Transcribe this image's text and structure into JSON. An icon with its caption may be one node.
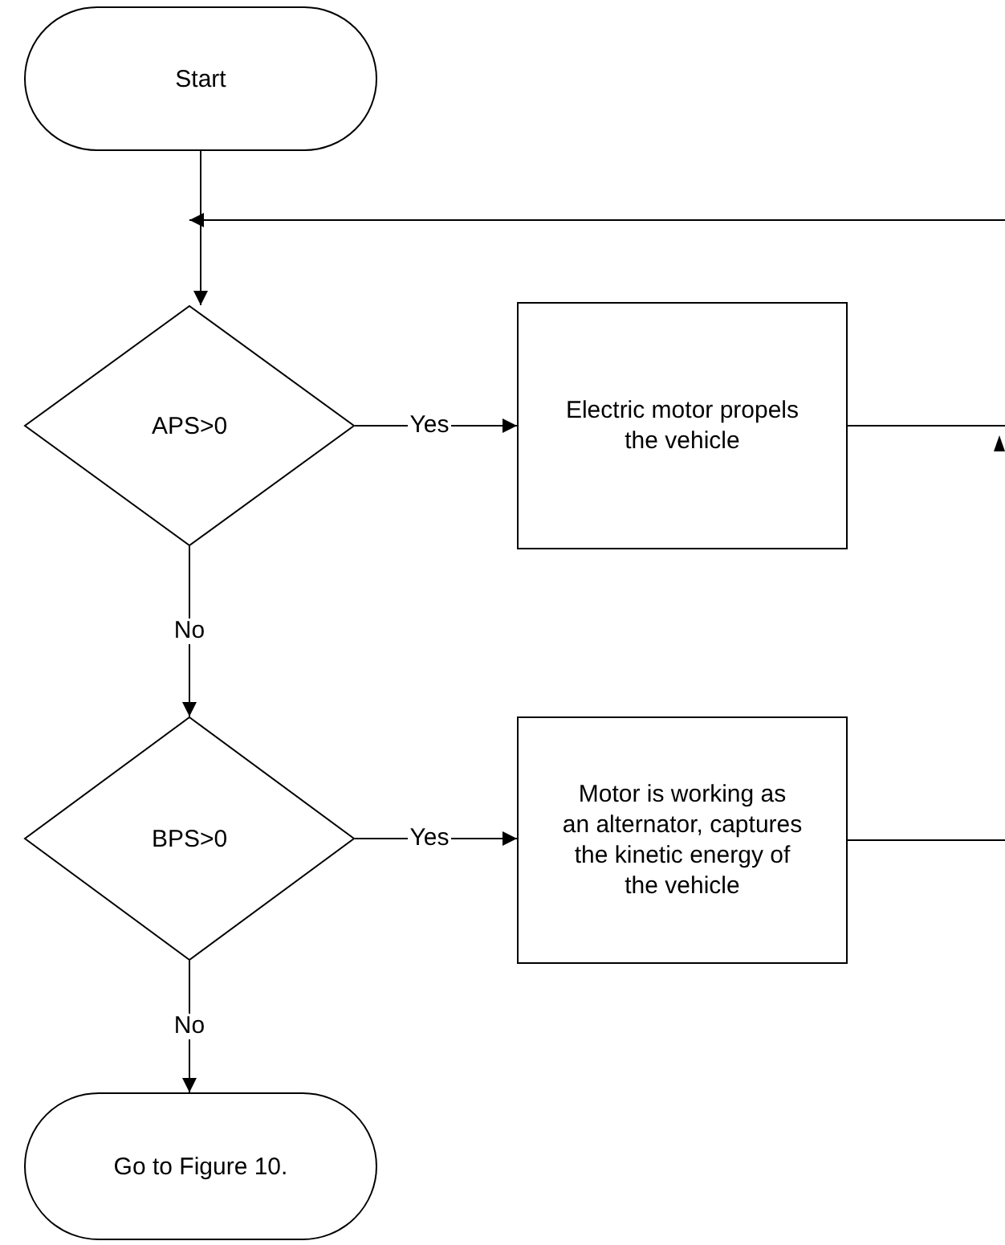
{
  "diagram": {
    "nodes": [
      {
        "text": [
          "Start"
        ]
      },
      {
        "text": [
          "APS>0"
        ]
      },
      {
        "text": [
          "Electric motor propels the vehicle"
        ]
      },
      {
        "text": [
          "BPS>0"
        ]
      },
      {
        "text": [
          "Motor is working as an alternator, captures the kinetic energy of the vehicle"
        ]
      },
      {
        "text": [
          "Go to Figure 10."
        ]
      }
    ],
    "edges": [
      {
        "from": 0,
        "to": 1,
        "arrow": "to"
      },
      {
        "from": 1,
        "to": 2,
        "arrow": "to",
        "label": "Yes"
      },
      {
        "from": 1,
        "to": 3,
        "arrow": "to",
        "label": "No"
      },
      {
        "from": 3,
        "to": 4,
        "arrow": "to",
        "label": "Yes"
      },
      {
        "from": 3,
        "to": 5,
        "arrow": "to",
        "label": "No"
      },
      {
        "from": 2,
        "to": null,
        "arrow": "none"
      },
      {
        "from": 4,
        "to": null,
        "arrow": "none"
      },
      {
        "from": null,
        "to": 1,
        "arrow": "to"
      }
    ]
  }
}
